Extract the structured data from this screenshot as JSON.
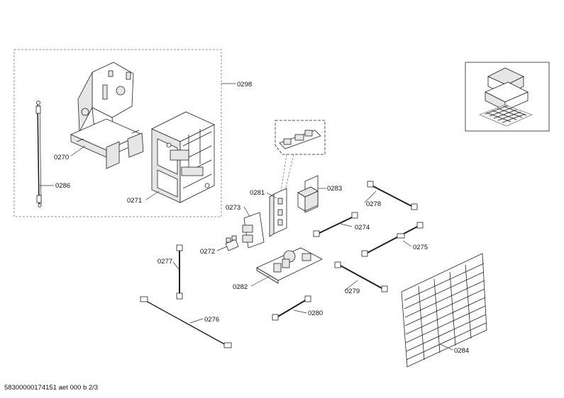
{
  "labels": {
    "p0298": "0298",
    "p0270": "0270",
    "p0286": "0286",
    "p0271": "0271",
    "p0281": "0281",
    "p0283": "0283",
    "p0278": "0278",
    "p0273": "0273",
    "p0274": "0274",
    "p0275": "0275",
    "p0272": "0272",
    "p0277": "0277",
    "p0282": "0282",
    "p0279": "0279",
    "p0280": "0280",
    "p0276": "0276",
    "p0284": "0284"
  },
  "footer": "58300000174151 aet 000 b 2/3"
}
